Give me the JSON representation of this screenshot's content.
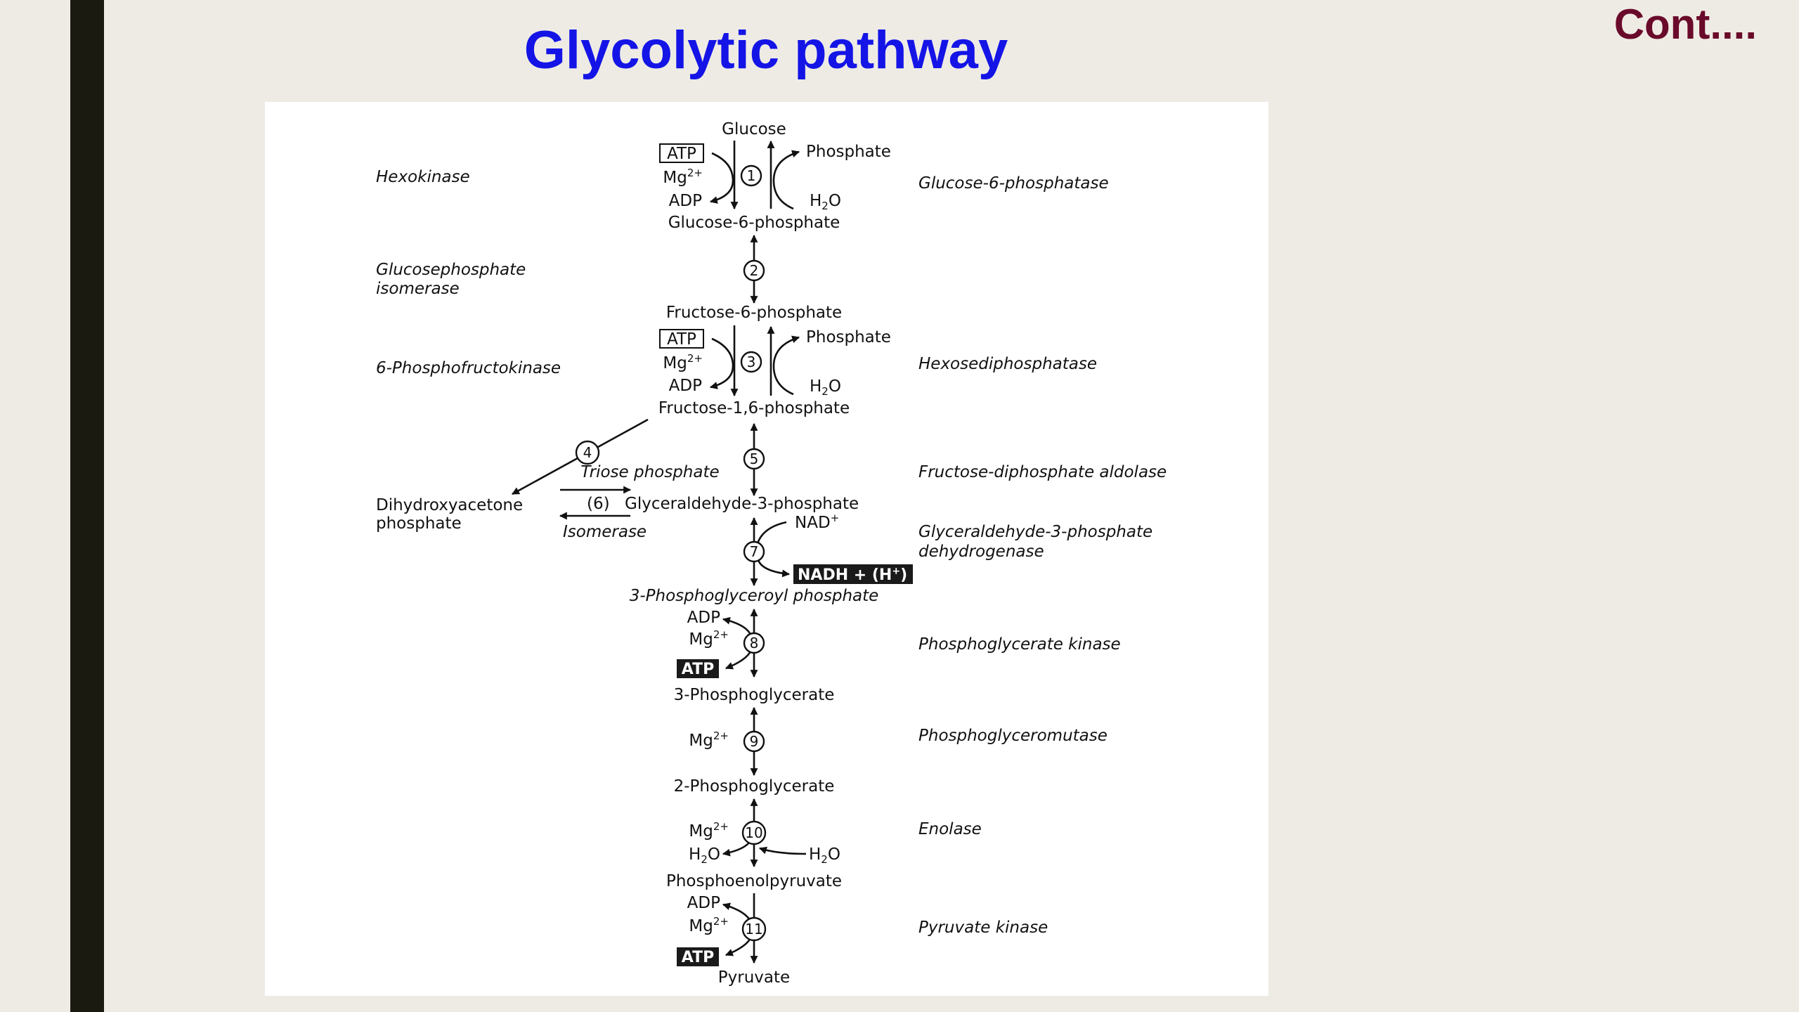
{
  "slide": {
    "title": "Glycolytic pathway",
    "continuation": "Cont...."
  },
  "colors": {
    "title": "#1414e6",
    "continuation": "#6a0a2a",
    "background": "#eeebe5",
    "left_bar": "#1b1a10",
    "panel": "#ffffff"
  },
  "diagram": {
    "metabolites": {
      "glucose": "Glucose",
      "glucose_6_phosphate": "Glucose-6-phosphate",
      "fructose_6_phosphate": "Fructose-6-phosphate",
      "fructose_1_6_phosphate": "Fructose-1,6-phosphate",
      "triose_phosphate": "Triose phosphate",
      "dihydroxyacetone_1": "Dihydroxyacetone",
      "dihydroxyacetone_2": "phosphate",
      "glyceraldehyde_3_phosphate": "Glyceraldehyde-3-phosphate",
      "phosphoglyceroyl_phosphate": "3-Phosphoglyceroyl phosphate",
      "phosphoglycerate_3": "3-Phosphoglycerate",
      "phosphoglycerate_2": "2-Phosphoglycerate",
      "phosphoenolpyruvate": "Phosphoenolpyruvate",
      "pyruvate": "Pyruvate"
    },
    "enzymes": {
      "hexokinase": "Hexokinase",
      "glucose_6_phosphatase": "Glucose-6-phosphatase",
      "isomerase_1": "Glucosephosphate",
      "isomerase_2": "isomerase",
      "phosphofructokinase": "6-Phosphofructokinase",
      "hexosediphosphatase": "Hexosediphosphatase",
      "aldolase": "Fructose-diphosphate aldolase",
      "triose_isomerase": "Isomerase",
      "g3p_dehydrogenase_1": "Glyceraldehyde-3-phosphate",
      "g3p_dehydrogenase_2": "dehydrogenase",
      "phosphoglycerate_kinase": "Phosphoglycerate kinase",
      "phosphoglyceromutase": "Phosphoglyceromutase",
      "enolase": "Enolase",
      "pyruvate_kinase": "Pyruvate kinase"
    },
    "cofactors": {
      "atp": "ATP",
      "adp": "ADP",
      "mg": "Mg",
      "mg_charge": "2+",
      "phosphate": "Phosphate",
      "h": "H",
      "h2o_sub": "2",
      "o": "O",
      "nad": "NAD",
      "plus": "+",
      "nadh": "NADH + (H",
      "nadh_end": ")"
    },
    "steps": [
      "1",
      "2",
      "3",
      "4",
      "5",
      "(6)",
      "7",
      "8",
      "9",
      "10",
      "11"
    ]
  }
}
